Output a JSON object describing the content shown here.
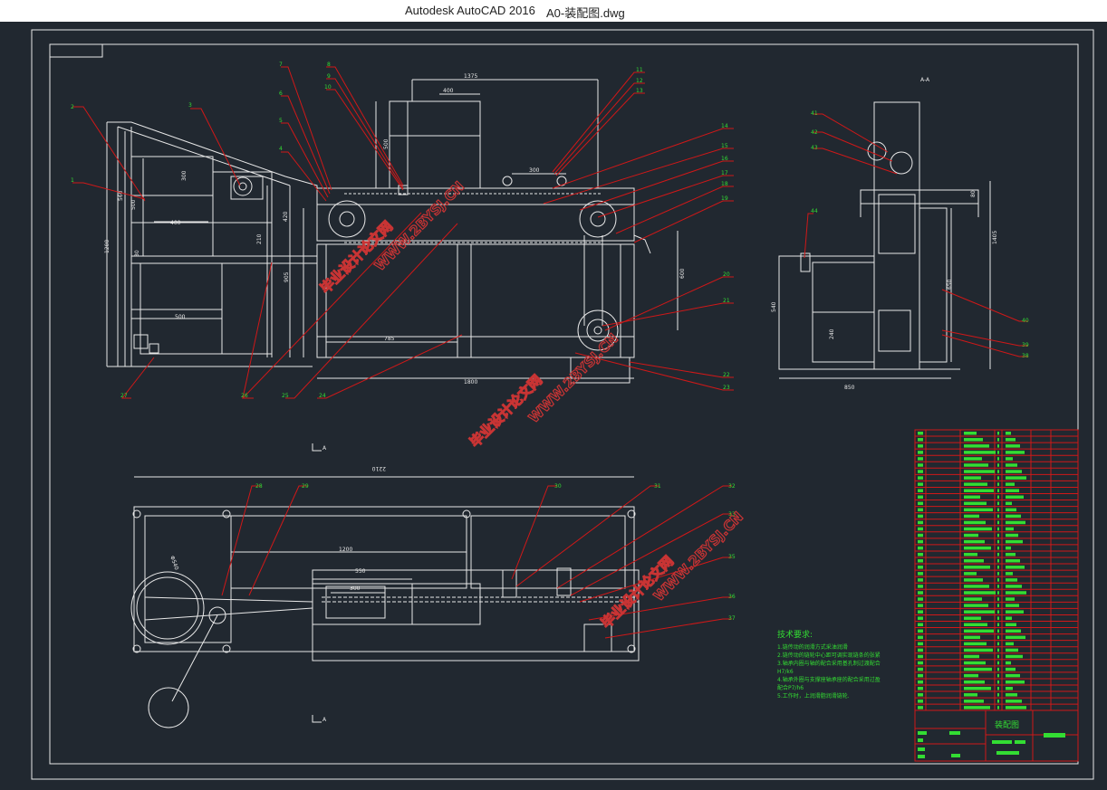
{
  "window": {
    "app_title": "Autodesk AutoCAD 2016",
    "file_title": "A0-装配图.dwg"
  },
  "front_view": {
    "dimensions": [
      "1375",
      "400",
      "500",
      "300",
      "560",
      "500",
      "300",
      "400",
      "1200",
      "420",
      "210",
      "500",
      "905",
      "785",
      "1800",
      "600",
      "30"
    ],
    "balloons": [
      "1",
      "2",
      "3",
      "4",
      "5",
      "6",
      "7",
      "8",
      "9",
      "10",
      "11",
      "12",
      "13",
      "14",
      "15",
      "16",
      "17",
      "18",
      "19",
      "20",
      "21",
      "22",
      "23",
      "24",
      "25",
      "26",
      "27"
    ]
  },
  "side_view": {
    "section_label": "A-A",
    "dimensions": [
      "1405",
      "540",
      "240",
      "850",
      "650",
      "80"
    ],
    "balloons": [
      "41",
      "42",
      "43",
      "44",
      "40",
      "39",
      "38"
    ]
  },
  "top_view": {
    "dimensions": [
      "2210",
      "1200",
      "550",
      "300",
      "Φ540"
    ],
    "section_marks": [
      "A",
      "A"
    ],
    "balloons": [
      "28",
      "29",
      "30",
      "31",
      "32",
      "33",
      "35",
      "36",
      "37"
    ]
  },
  "notes": {
    "title": "技术要求:",
    "lines": [
      "1.链传动的润滑方式采油润滑",
      "2.链传动的链轮中心距可调实现链条的张紧",
      "3.轴承内圈与轴的配合采用基孔制过渡配合",
      "H7/k6",
      "4.轴承外圈与支撑座轴承座的配合采用过盈",
      "配合P7/h6",
      "5.工作时，上润滑脂润滑链轮."
    ]
  },
  "title_block": {
    "drawing_name": "装配图"
  },
  "watermark": {
    "text": "毕业设计论文网",
    "url": "WWW.2BYSJ.CN"
  },
  "colors": {
    "background": "#212830",
    "lines": "#e8e8e8",
    "leaders": "#d01818",
    "annotation": "#33dd33",
    "titlebar": "#ffffff"
  }
}
